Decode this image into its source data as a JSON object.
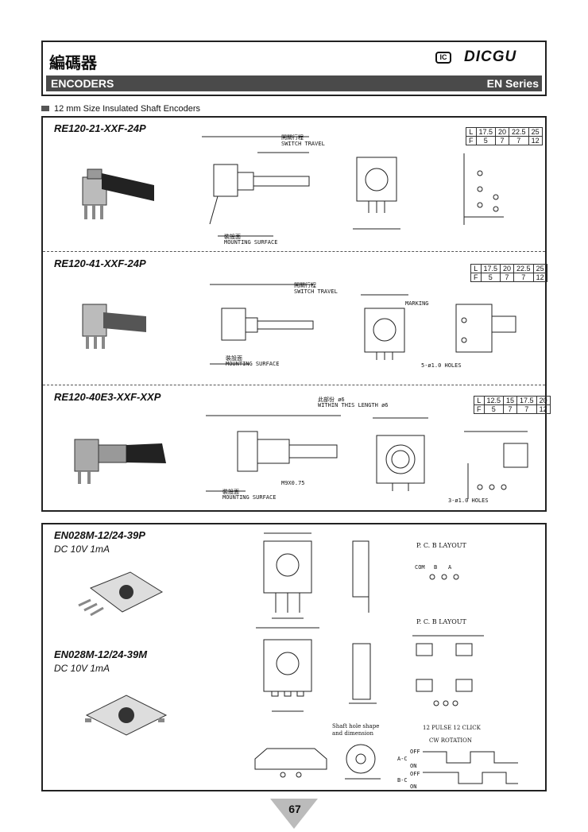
{
  "header": {
    "chinese_title": "編碼器",
    "brand": "DICGU",
    "logo_mark": "IC",
    "band_left": "ENCODERS",
    "band_right": "EN Series"
  },
  "section_heading": "12 mm Size Insulated Shaft  Encoders",
  "products": [
    {
      "model": "RE120-21-XXF-24P",
      "table": {
        "L": [
          "17.5",
          "20",
          "22.5",
          "25"
        ],
        "F": [
          "5",
          "7",
          "7",
          "12"
        ]
      },
      "notes": [
        "開關行程",
        "SWITCH TRAVEL",
        "裝設面",
        "MOUNTING SURFACE"
      ]
    },
    {
      "model": "RE120-41-XXF-24P",
      "table": {
        "L": [
          "17.5",
          "20",
          "22.5",
          "25"
        ],
        "F": [
          "5",
          "7",
          "7",
          "12"
        ]
      },
      "notes": [
        "開關行程",
        "SWITCH TRAVEL",
        "裝設面",
        "MOUNTING SURFACE",
        "MARKING",
        "5-ø1.0 HOLES"
      ]
    },
    {
      "model": "RE120-40E3-XXF-XXP",
      "table": {
        "L": [
          "12.5",
          "15",
          "17.5",
          "20"
        ],
        "F": [
          "5",
          "7",
          "7",
          "12"
        ]
      },
      "notes": [
        "此部份 ø6",
        "WITHIN THIS LENGTH ø6",
        "裝設面",
        "MOUNTING SURFACE",
        "M9X0.75",
        "3-ø1.0 HOLES"
      ]
    },
    {
      "model": "EN028M-12/24-39P",
      "spec": "DC 10V 1mA",
      "notes": [
        "P. C. B LAYOUT",
        "COM",
        "B",
        "A"
      ]
    },
    {
      "model": "EN028M-12/24-39M",
      "spec": "DC 10V 1mA",
      "notes": [
        "P. C. B LAYOUT",
        "Shaft hole shape",
        "and dimension",
        "12 PULSE 12 CLICK",
        "CW ROTATION",
        "OFF",
        "A-C",
        "ON",
        "OFF",
        "B-C",
        "ON"
      ]
    }
  ],
  "page_number": "67"
}
